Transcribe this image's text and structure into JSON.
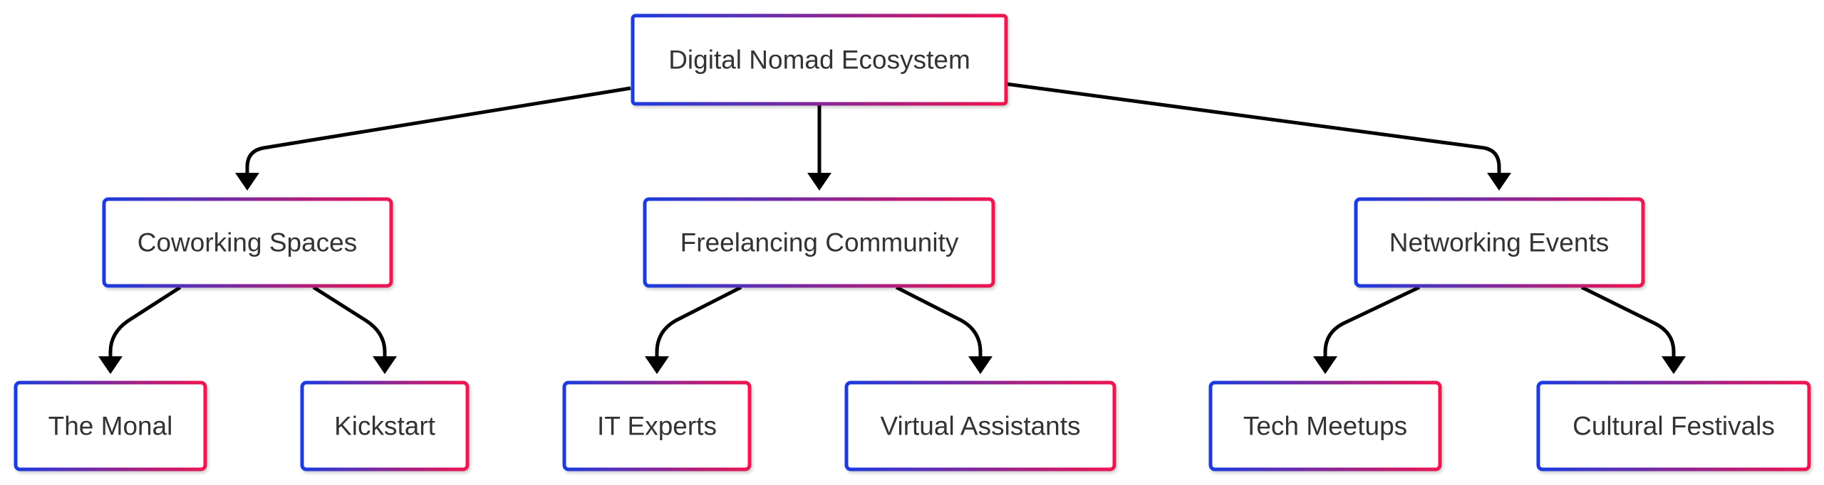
{
  "colors": {
    "gradient_start": "#1a3be0",
    "gradient_end": "#f0124f",
    "edge": "#000000",
    "text": "#333333",
    "node_fill": "#ffffff"
  },
  "nodes": {
    "root": {
      "label": "Digital Nomad Ecosystem"
    },
    "coworking": {
      "label": "Coworking Spaces"
    },
    "freelancing": {
      "label": "Freelancing Community"
    },
    "networking": {
      "label": "Networking Events"
    },
    "monal": {
      "label": "The Monal"
    },
    "kickstart": {
      "label": "Kickstart"
    },
    "it_experts": {
      "label": "IT Experts"
    },
    "virtual_assistants": {
      "label": "Virtual Assistants"
    },
    "tech_meetups": {
      "label": "Tech Meetups"
    },
    "cultural_festivals": {
      "label": "Cultural Festivals"
    }
  },
  "edges": [
    {
      "from": "root",
      "to": "coworking"
    },
    {
      "from": "root",
      "to": "freelancing"
    },
    {
      "from": "root",
      "to": "networking"
    },
    {
      "from": "coworking",
      "to": "monal"
    },
    {
      "from": "coworking",
      "to": "kickstart"
    },
    {
      "from": "freelancing",
      "to": "it_experts"
    },
    {
      "from": "freelancing",
      "to": "virtual_assistants"
    },
    {
      "from": "networking",
      "to": "tech_meetups"
    },
    {
      "from": "networking",
      "to": "cultural_festivals"
    }
  ]
}
